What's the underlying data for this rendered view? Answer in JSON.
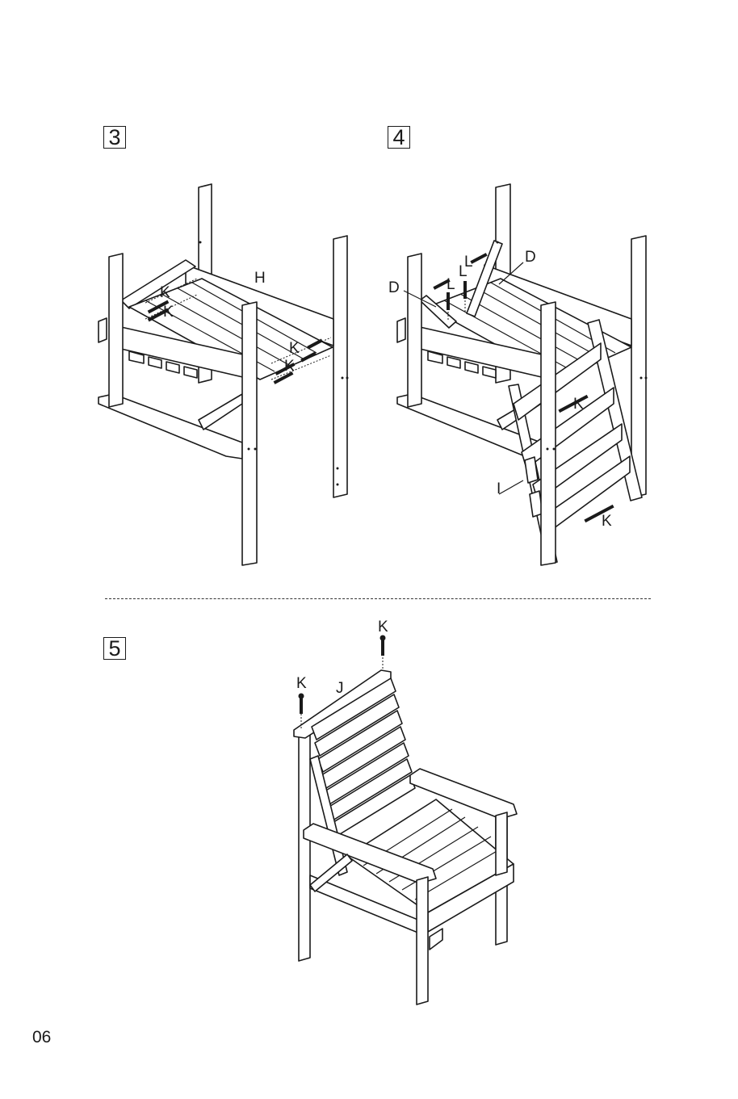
{
  "steps": {
    "three": "3",
    "four": "4",
    "five": "5"
  },
  "labels": {
    "H": "H",
    "D": "D",
    "L": "L",
    "K": "K",
    "I": "I",
    "J": "J"
  },
  "page_number": "06"
}
